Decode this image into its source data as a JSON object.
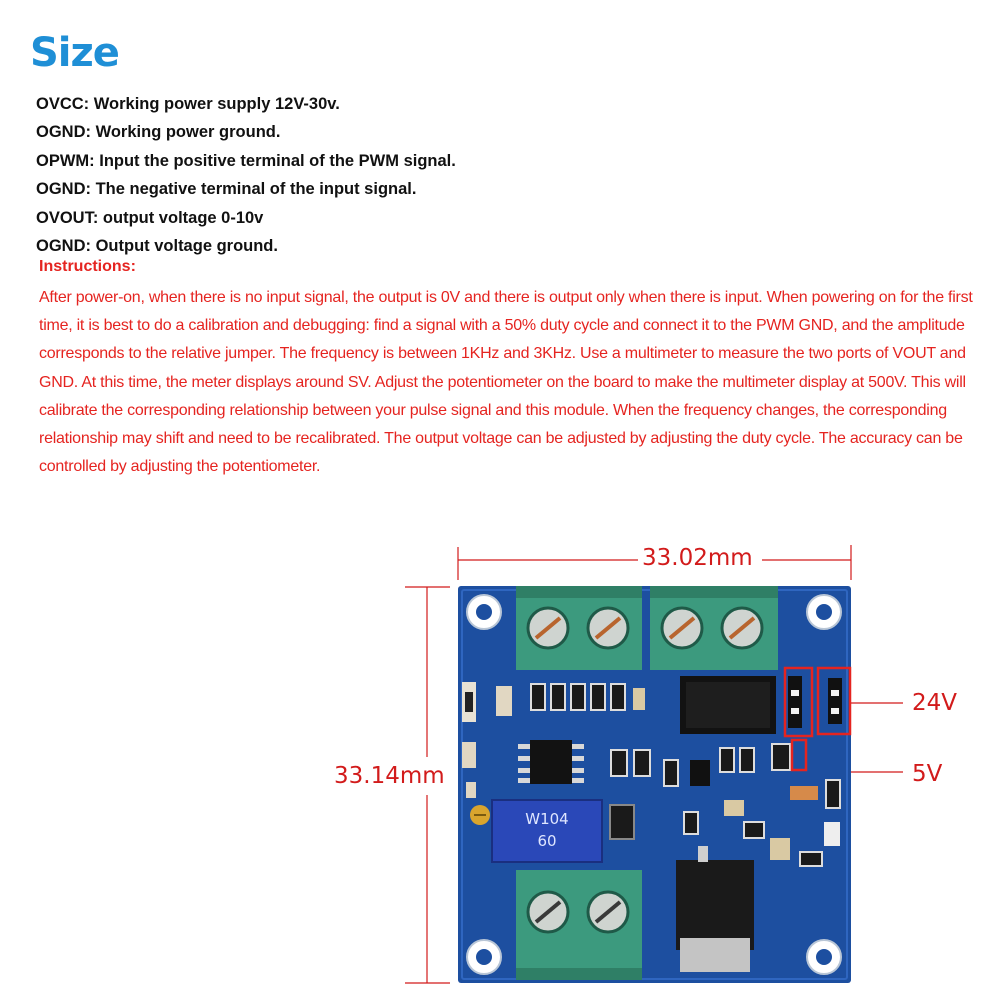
{
  "title": "Size",
  "specs": [
    "OVCC: Working power supply 12V-30v.",
    "OGND: Working power ground.",
    "OPWM: Input the positive terminal of the PWM signal.",
    "OGND: The negative terminal of the input signal.",
    "OVOUT: output voltage 0-10v",
    "OGND: Output voltage ground."
  ],
  "instructions": {
    "heading": "Instructions:",
    "body": "After power-on, when there is no input signal, the output is 0V and there is output only when there is input. When powering on for the first time, it is best to do a calibration and debugging: find a signal with a 50% duty cycle and connect it to the PWM GND, and the amplitude corresponds to the relative jumper. The frequency is between 1KHz and 3KHz. Use a multimeter to measure the two ports of VOUT and GND. At this time, the meter displays around SV. Adjust the potentiometer on the board to make the multimeter display at 500V. This will calibrate the corresponding relationship between your pulse signal and this module. When the frequency changes, the corresponding relationship may shift and need to be recalibrated. The output voltage can be adjusted by adjusting the duty cycle. The accuracy can be controlled by adjusting the potentiometer."
  },
  "dimensions": {
    "width": "33.02mm",
    "height": "33.14mm",
    "jumper_24v": "24V",
    "jumper_5v": "5V"
  },
  "board": {
    "pot_line1": "W104",
    "pot_line2": "60"
  },
  "colors": {
    "title": "#1f8fd6",
    "instructions": "#e52420",
    "dimension": "#d21b1b",
    "pcb": "#1d4fa0",
    "terminal": "#3c9a7e"
  }
}
